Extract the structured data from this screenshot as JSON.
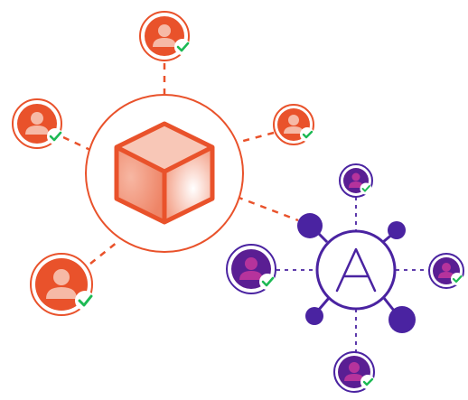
{
  "colors": {
    "orange": "#E9522B",
    "orange_light": "#F6B9A6",
    "purple": "#4A23A1",
    "purple_avatar": "#5A1E93",
    "purple_avatar_fg": "#B5339C",
    "check_green": "#1DB954",
    "background": "#FFFFFF"
  },
  "hubs": [
    {
      "id": "cube-hub",
      "icon": "cube-icon",
      "color": "orange"
    },
    {
      "id": "a-hub",
      "icon": "letter-a-icon",
      "label": "A",
      "color": "purple"
    }
  ],
  "orange_users": [
    {
      "id": "orange-user-top",
      "icon": "verified-user-icon"
    },
    {
      "id": "orange-user-left",
      "icon": "verified-user-icon"
    },
    {
      "id": "orange-user-right",
      "icon": "verified-user-icon"
    },
    {
      "id": "orange-user-bottom-left",
      "icon": "verified-user-icon"
    }
  ],
  "purple_users": [
    {
      "id": "purple-user-top",
      "icon": "verified-user-icon"
    },
    {
      "id": "purple-user-left",
      "icon": "verified-user-icon"
    },
    {
      "id": "purple-user-right",
      "icon": "verified-user-icon"
    },
    {
      "id": "purple-user-bottom",
      "icon": "verified-user-icon"
    }
  ],
  "purple_nodes": [
    {
      "id": "node-top-left",
      "icon": "dot-node-icon"
    },
    {
      "id": "node-top-right",
      "icon": "dot-node-icon"
    },
    {
      "id": "node-bottom-left",
      "icon": "dot-node-icon"
    },
    {
      "id": "node-bottom-right",
      "icon": "dot-node-icon"
    }
  ]
}
